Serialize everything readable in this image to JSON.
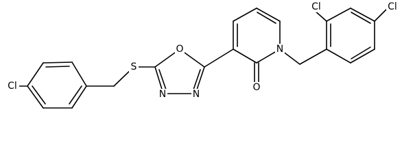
{
  "structure": {
    "atom_labels": {
      "cl_left": "Cl",
      "cl_top_left": "Cl",
      "cl_top_right": "Cl",
      "sulfur": "S",
      "oxygen_ring": "O",
      "nitrogen_ring_a": "N",
      "nitrogen_ring_b": "N",
      "nitrogen_pyridone": "N",
      "oxygen_carbonyl": "O"
    }
  }
}
